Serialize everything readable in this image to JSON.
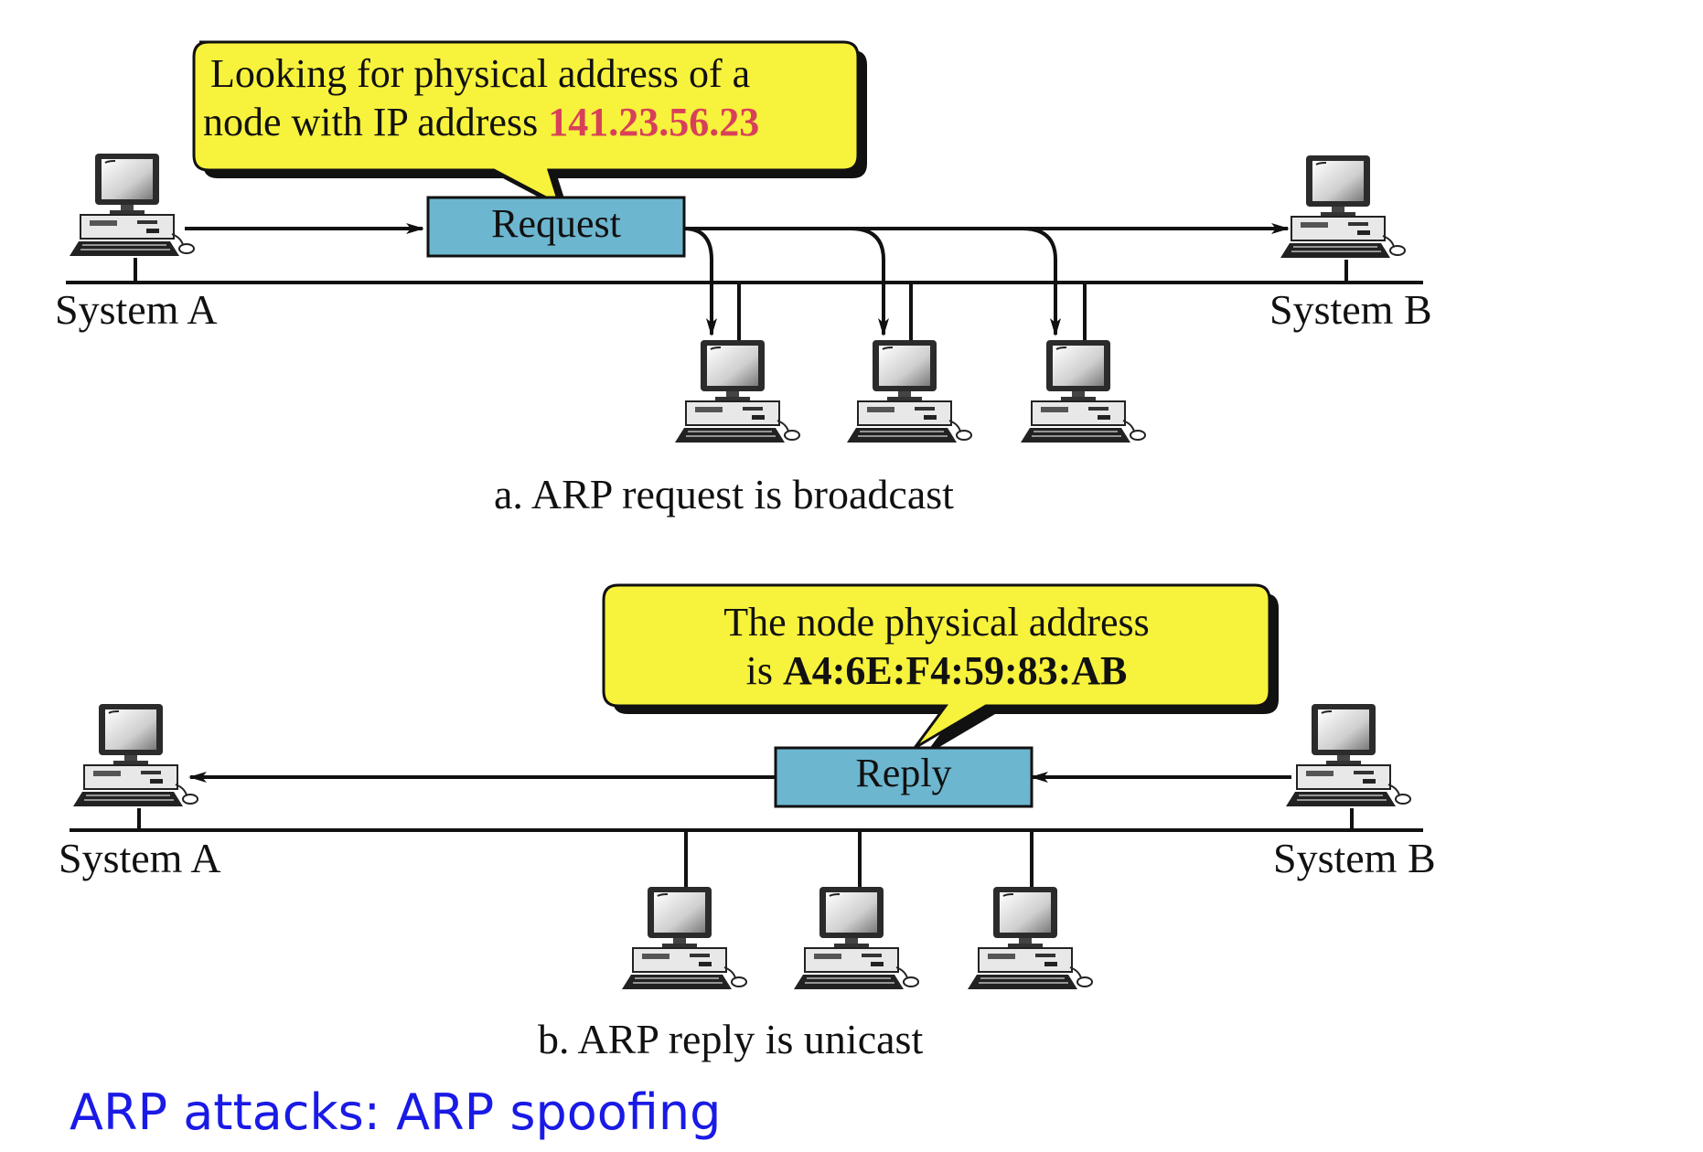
{
  "colors": {
    "callout_fill": "#f7f23c",
    "packet_fill": "#6db6d0",
    "ip_highlight": "#d8405a",
    "footer_text": "#1a1ae6"
  },
  "part_a": {
    "callout_line1": "Looking for physical address of a",
    "callout_line2_prefix": "node with IP address ",
    "callout_ip": "141.23.56.23",
    "packet_label": "Request",
    "left_system": "System A",
    "right_system": "System B",
    "caption": "a. ARP request is broadcast"
  },
  "part_b": {
    "callout_line1": "The node physical address",
    "callout_line2_prefix": "is ",
    "callout_mac": "A4:6E:F4:59:83:AB",
    "packet_label": "Reply",
    "left_system": "System A",
    "right_system": "System B",
    "caption": "b. ARP reply is unicast"
  },
  "footer": "ARP attacks: ARP spoofing"
}
